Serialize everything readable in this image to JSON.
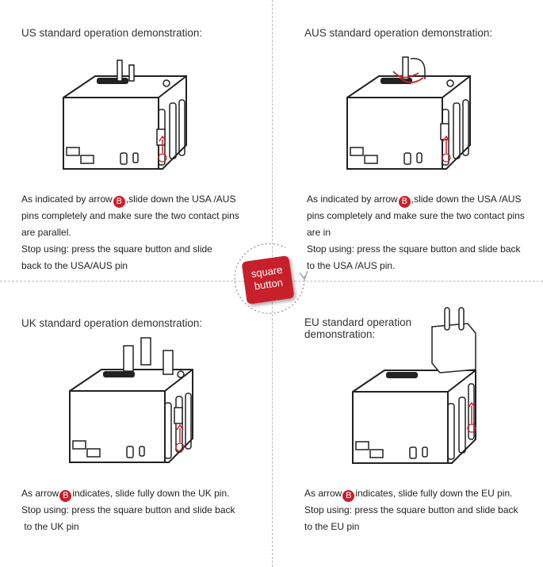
{
  "panels": {
    "us": {
      "title": "US standard operation demonstration:",
      "lines": [
        "As indicated by arrow",
        ",slide down the USA /AUS",
        "pins completely and make sure the two contact pins",
        "are parallel.",
        "Stop using: press the square button and slide",
        "back to the USA/AUS  pin"
      ]
    },
    "aus": {
      "title": "AUS standard operation demonstration:",
      "lines": [
        "As indicated by arrow",
        ",slide down the USA /AUS",
        "pins completely and make sure the two contact pins",
        "are in ",
        "Stop using: press the square button and slide back",
        "to the USA /AUS  pin."
      ]
    },
    "uk": {
      "title": "UK standard operation demonstration:",
      "lines": [
        "As arrow",
        "indicates, slide fully down the UK pin.",
        "Stop using: press the square button and slide back",
        " to the UK pin"
      ]
    },
    "eu": {
      "title_line1": "EU standard operation",
      "title_line2": "demonstration:",
      "lines": [
        "As arrow",
        "indicates, slide fully down the EU pin.",
        "Stop using: press the square button and slide back",
        "to the EU pin"
      ]
    }
  },
  "arrow_badge": "B",
  "center_button": {
    "line1": "square",
    "line2": "button"
  },
  "colors": {
    "accent": "#c8202a",
    "divider": "#bbbbbb"
  }
}
